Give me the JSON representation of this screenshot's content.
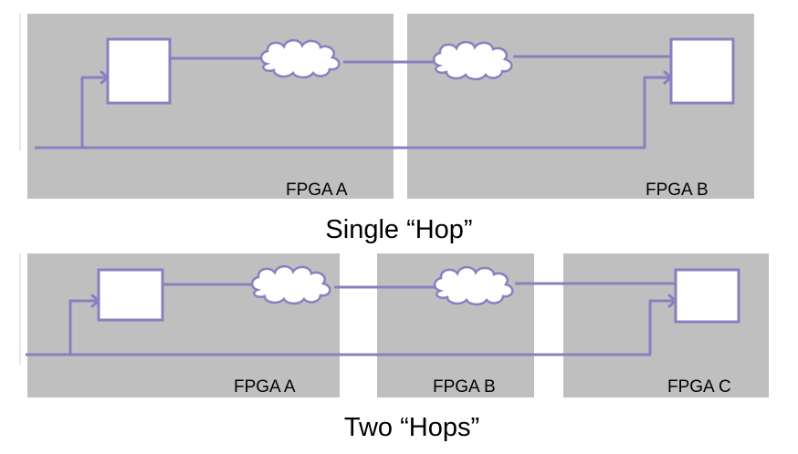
{
  "colors": {
    "fpga_fill": "#bfbfbf",
    "wire": "#8a7fc0"
  },
  "single_hop": {
    "caption": "Single “Hop”",
    "fpgas": [
      {
        "label": "FPGA A"
      },
      {
        "label": "FPGA B"
      }
    ]
  },
  "two_hops": {
    "caption": "Two “Hops”",
    "fpgas": [
      {
        "label": "FPGA A"
      },
      {
        "label": "FPGA B"
      },
      {
        "label": "FPGA C"
      }
    ]
  }
}
